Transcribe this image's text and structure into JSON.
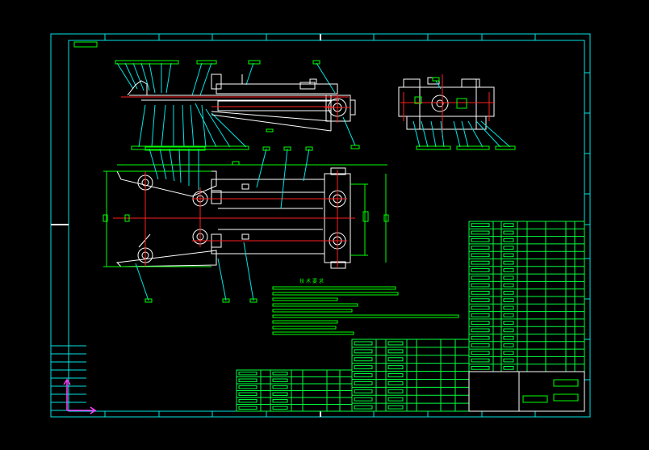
{
  "drawing": {
    "background": "#000000",
    "colors": {
      "frame": "#00e5e5",
      "part": "#ffffff",
      "centerline": "#ff2020",
      "dimension": "#00ff00",
      "leader": "#00e5e5",
      "table": "#00ff40",
      "ucs": "#ff40ff"
    }
  },
  "views": [
    {
      "name": "front-elevation-view"
    },
    {
      "name": "side-view"
    },
    {
      "name": "top-plan-view"
    }
  ],
  "notes": {
    "heading": "技 术 要 求",
    "line_count": 9
  },
  "tables": [
    {
      "name": "parts-list-upper",
      "rows": 20
    },
    {
      "name": "parts-list-middle",
      "rows": 9
    },
    {
      "name": "parts-list-lower",
      "rows": 6
    },
    {
      "name": "title-block",
      "rows": 4
    }
  ]
}
